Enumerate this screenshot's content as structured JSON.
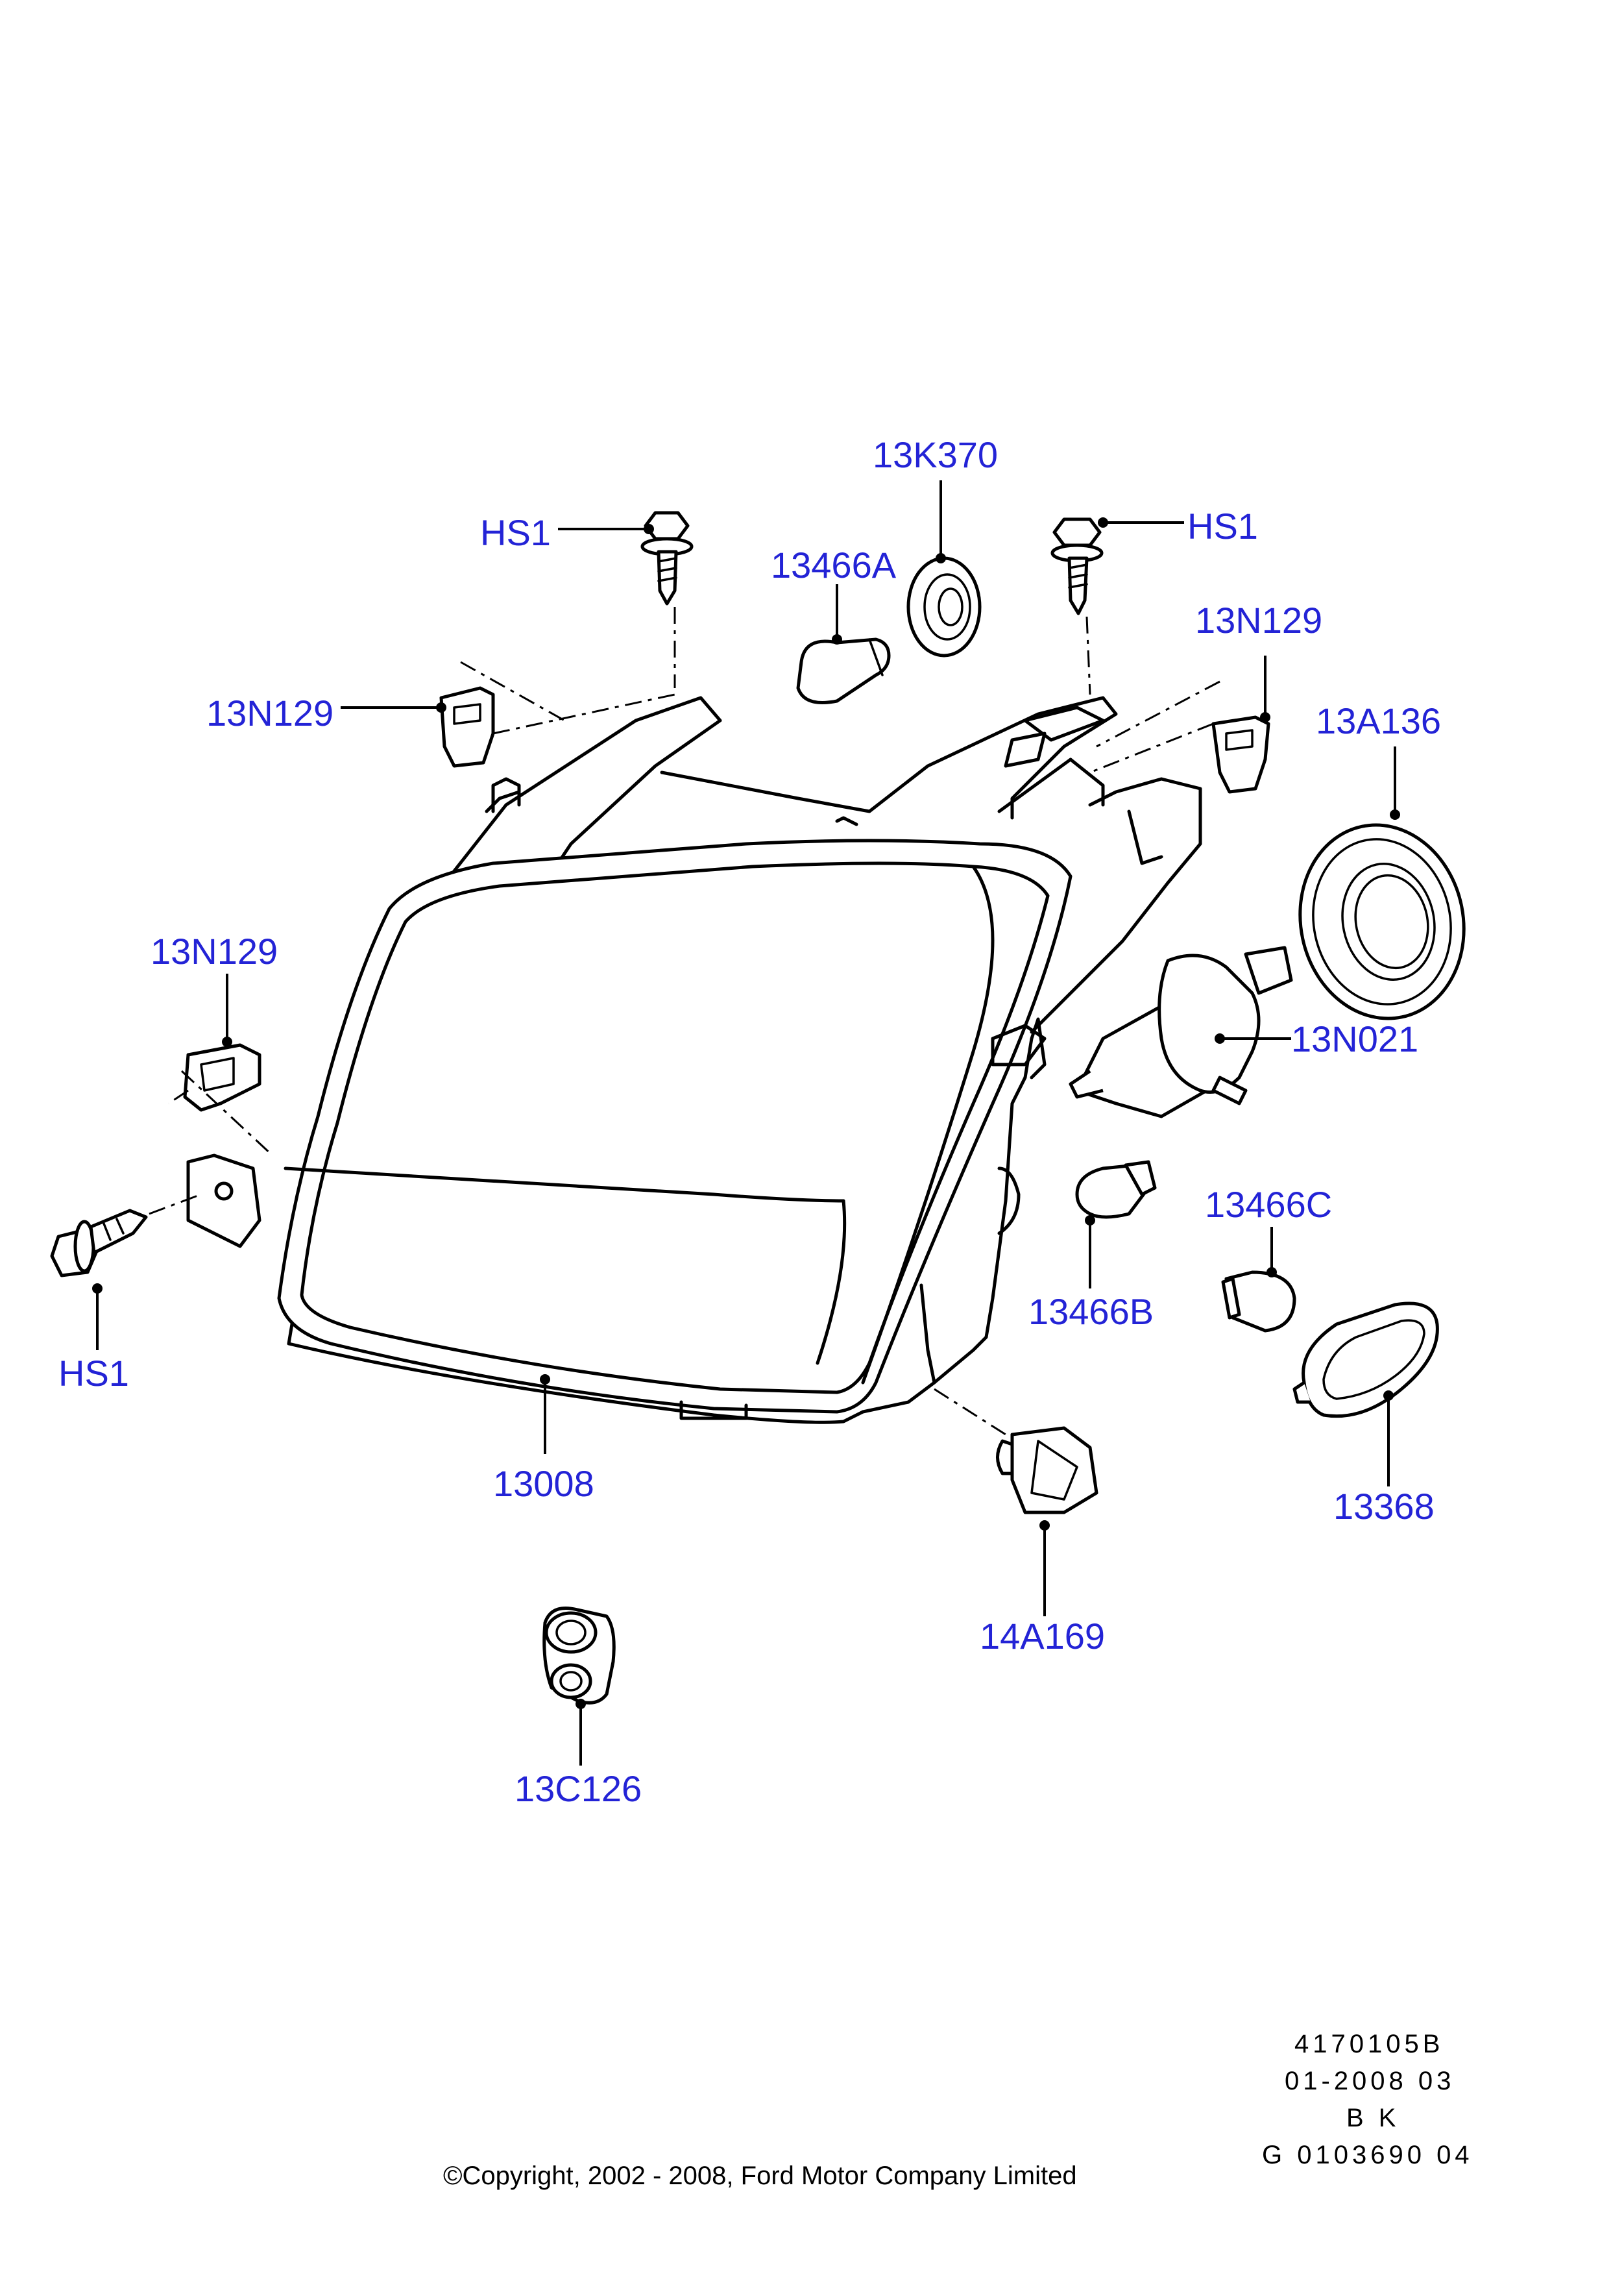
{
  "callouts": {
    "hs1_top_left": "HS1",
    "hs1_top_right": "HS1",
    "hs1_bottom_left": "HS1",
    "c13k370": "13K370",
    "c13466a": "13466A",
    "c13n129_left": "13N129",
    "c13n129_right": "13N129",
    "c13n129_mid_left": "13N129",
    "c13a136": "13A136",
    "c13n021": "13N021",
    "c13466c": "13466C",
    "c13466b": "13466B",
    "c13008": "13008",
    "c13368": "13368",
    "c14a169": "14A169",
    "c13c126": "13C126"
  },
  "meta": {
    "line1": "4170105B",
    "line2": "01-2008 03",
    "line3": "B K",
    "line4": "G 0103690 04"
  },
  "copyright": "©Copyright, 2002 - 2008, Ford Motor Company Limited"
}
